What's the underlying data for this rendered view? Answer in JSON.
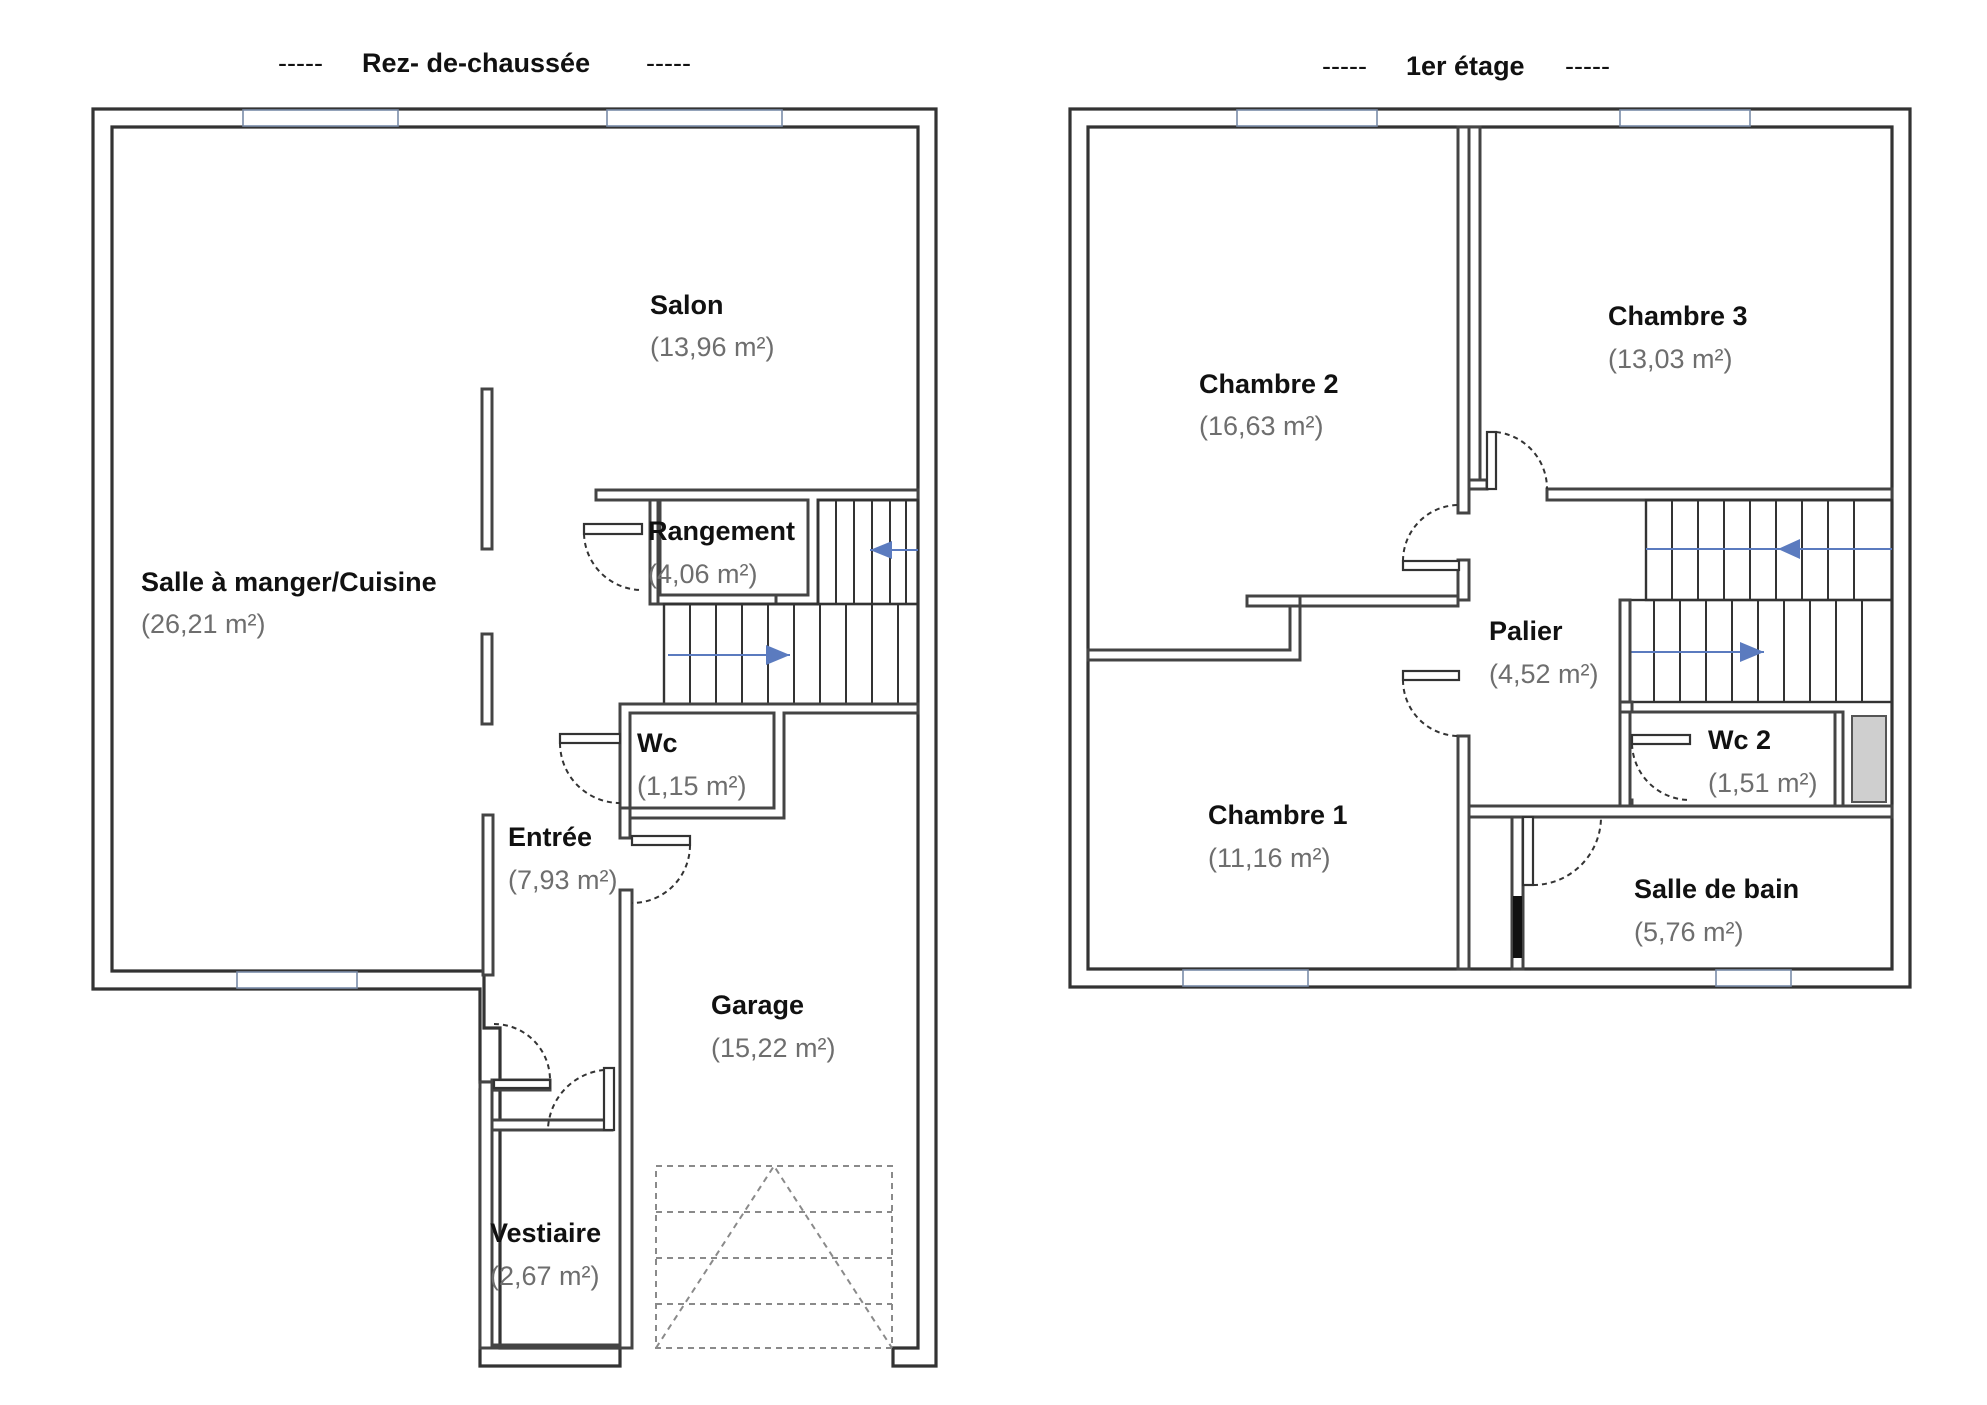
{
  "floors": [
    {
      "title": "Rez- de-chaussée",
      "rooms": [
        {
          "name": "Salon",
          "area": "(13,96 m²)"
        },
        {
          "name": "Salle à manger/Cuisine",
          "area": "(26,21 m²)"
        },
        {
          "name": "Rangement",
          "area": "(4,06 m²)"
        },
        {
          "name": "Wc",
          "area": "(1,15 m²)"
        },
        {
          "name": "Entrée",
          "area": "(7,93 m²)"
        },
        {
          "name": "Garage",
          "area": "(15,22 m²)"
        },
        {
          "name": "Vestiaire",
          "area": "(2,67 m²)"
        }
      ]
    },
    {
      "title": "1er étage",
      "rooms": [
        {
          "name": "Chambre 2",
          "area": "(16,63 m²)"
        },
        {
          "name": "Chambre 3",
          "area": "(13,03 m²)"
        },
        {
          "name": "Palier",
          "area": "(4,52 m²)"
        },
        {
          "name": "Chambre 1",
          "area": "(11,16 m²)"
        },
        {
          "name": "Wc 2",
          "area": "(1,51 m²)"
        },
        {
          "name": "Salle de bain",
          "area": "(5,76 m²)"
        }
      ]
    }
  ],
  "title_dashes": "-----"
}
